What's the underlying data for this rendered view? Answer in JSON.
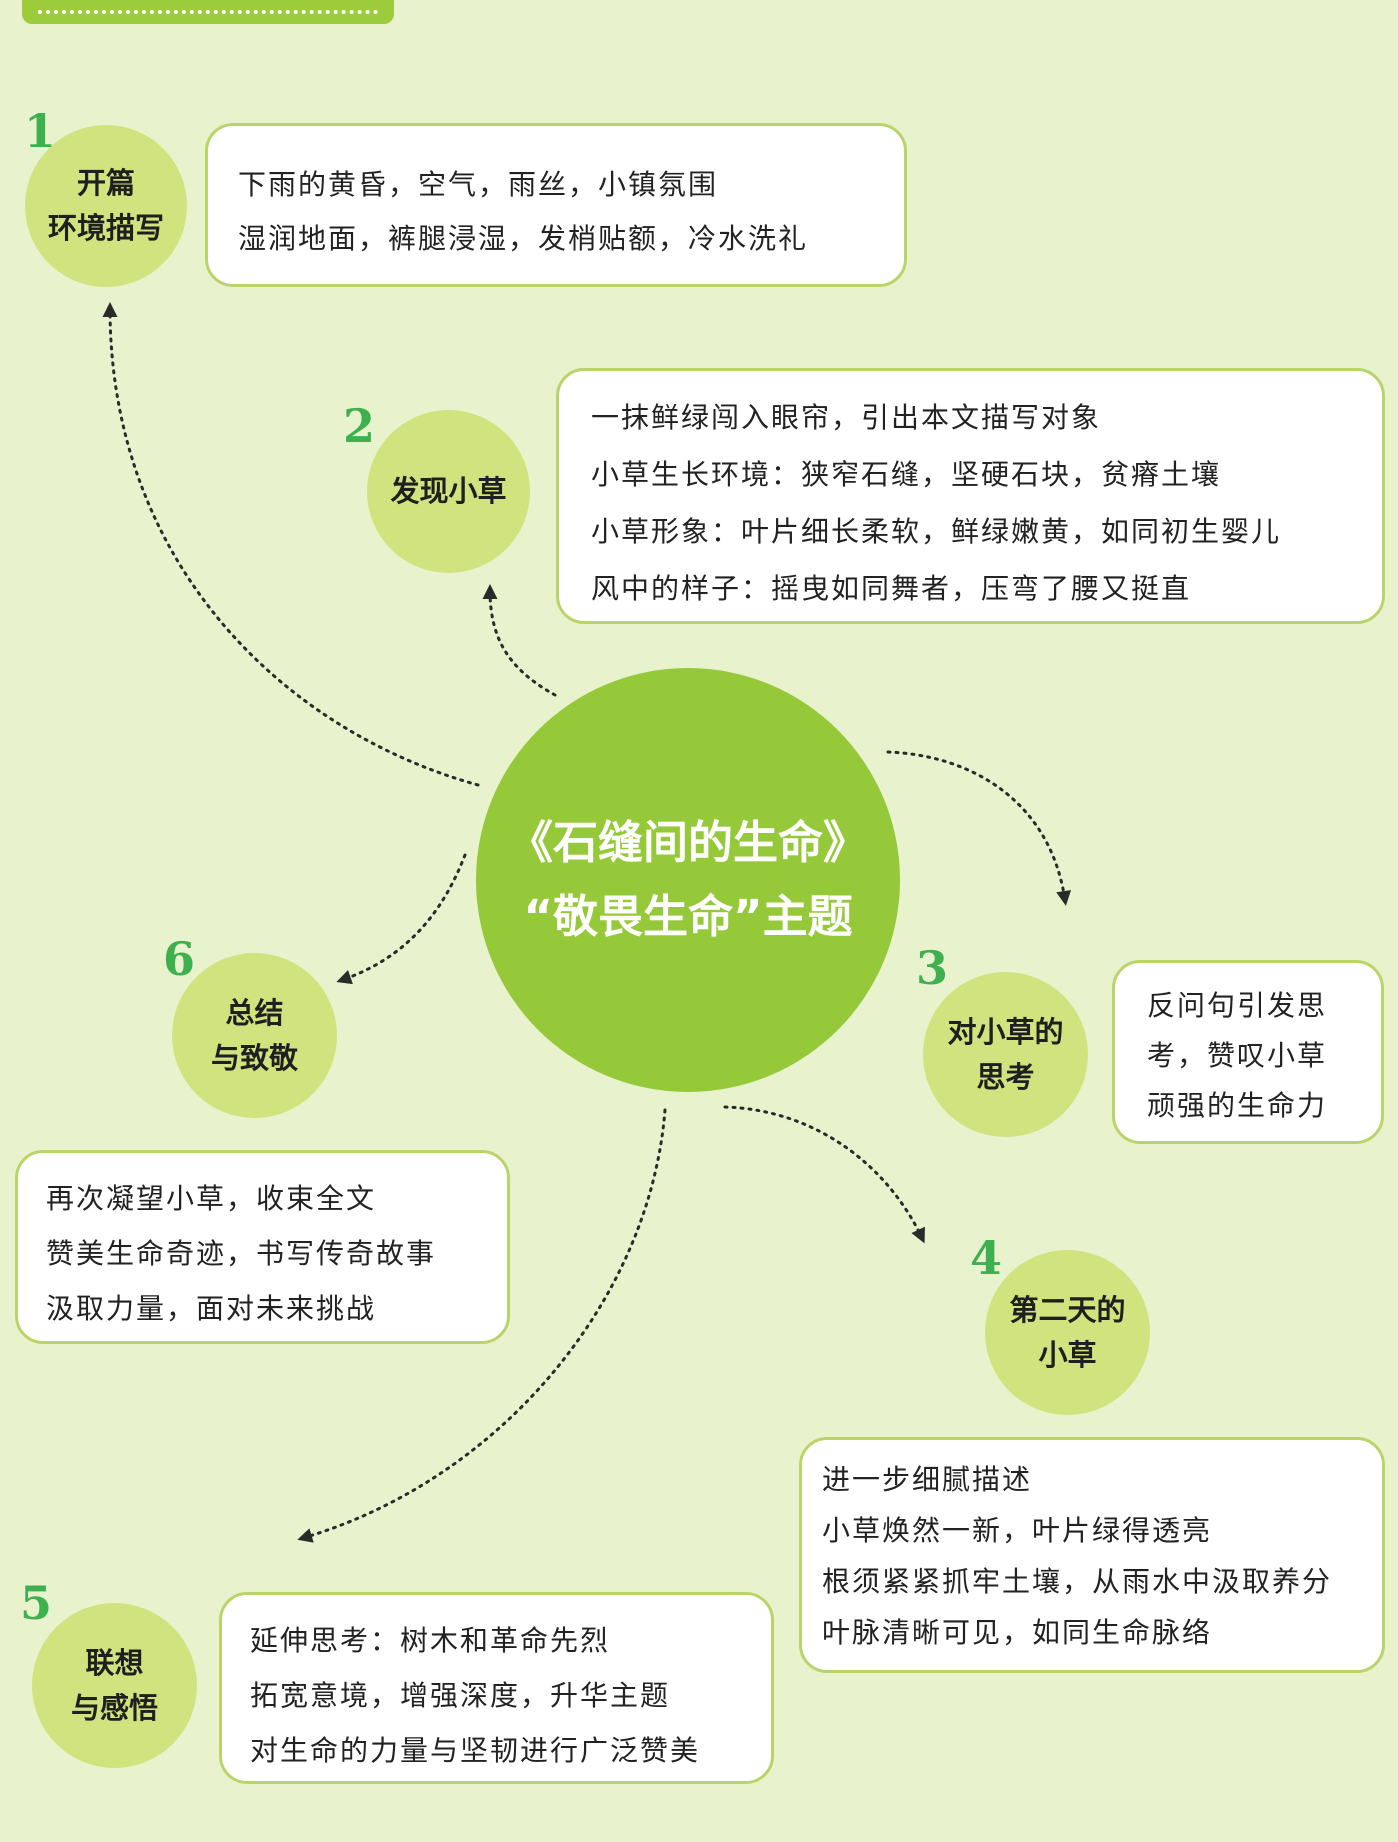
{
  "center": {
    "line1": "《石缝间的生命》",
    "line2": "“敬畏生命”主题"
  },
  "nodes": [
    {
      "number": "1",
      "title_lines": [
        "开篇",
        "环境描写"
      ],
      "details": [
        "下雨的黄昏，空气，雨丝，小镇氛围",
        "湿润地面，裤腿浸湿，发梢贴额，冷水洗礼"
      ]
    },
    {
      "number": "2",
      "title_lines": [
        "发现小草"
      ],
      "details": [
        "一抹鲜绿闯入眼帘，引出本文描写对象",
        "小草生长环境：狭窄石缝，坚硬石块，贫瘠土壤",
        "小草形象：叶片细长柔软，鲜绿嫩黄，如同初生婴儿",
        "风中的样子：摇曳如同舞者，压弯了腰又挺直"
      ]
    },
    {
      "number": "3",
      "title_lines": [
        "对小草的",
        "思考"
      ],
      "details": [
        "反问句引发思",
        "考，赞叹小草",
        "顽强的生命力"
      ]
    },
    {
      "number": "4",
      "title_lines": [
        "第二天的",
        "小草"
      ],
      "details": [
        "进一步细腻描述",
        "小草焕然一新，叶片绿得透亮",
        "根须紧紧抓牢土壤，从雨水中汲取养分",
        "叶脉清晰可见，如同生命脉络"
      ]
    },
    {
      "number": "5",
      "title_lines": [
        "联想",
        "与感悟"
      ],
      "details": [
        "延伸思考：树木和革命先烈",
        "拓宽意境，增强深度，升华主题",
        "对生命的力量与坚韧进行广泛赞美"
      ]
    },
    {
      "number": "6",
      "title_lines": [
        "总结",
        "与致敬"
      ],
      "details": [
        "再次凝望小草，收束全文",
        "赞美生命奇迹，书写传奇故事",
        "汲取力量，面对未来挑战"
      ]
    }
  ],
  "colors": {
    "background": "#e8f2cc",
    "center_circle": "#95c93a",
    "node_circle": "#d1e37e",
    "number": "#3fb04f",
    "box_border": "#b9d56a",
    "connector": "#2a2a2a"
  }
}
